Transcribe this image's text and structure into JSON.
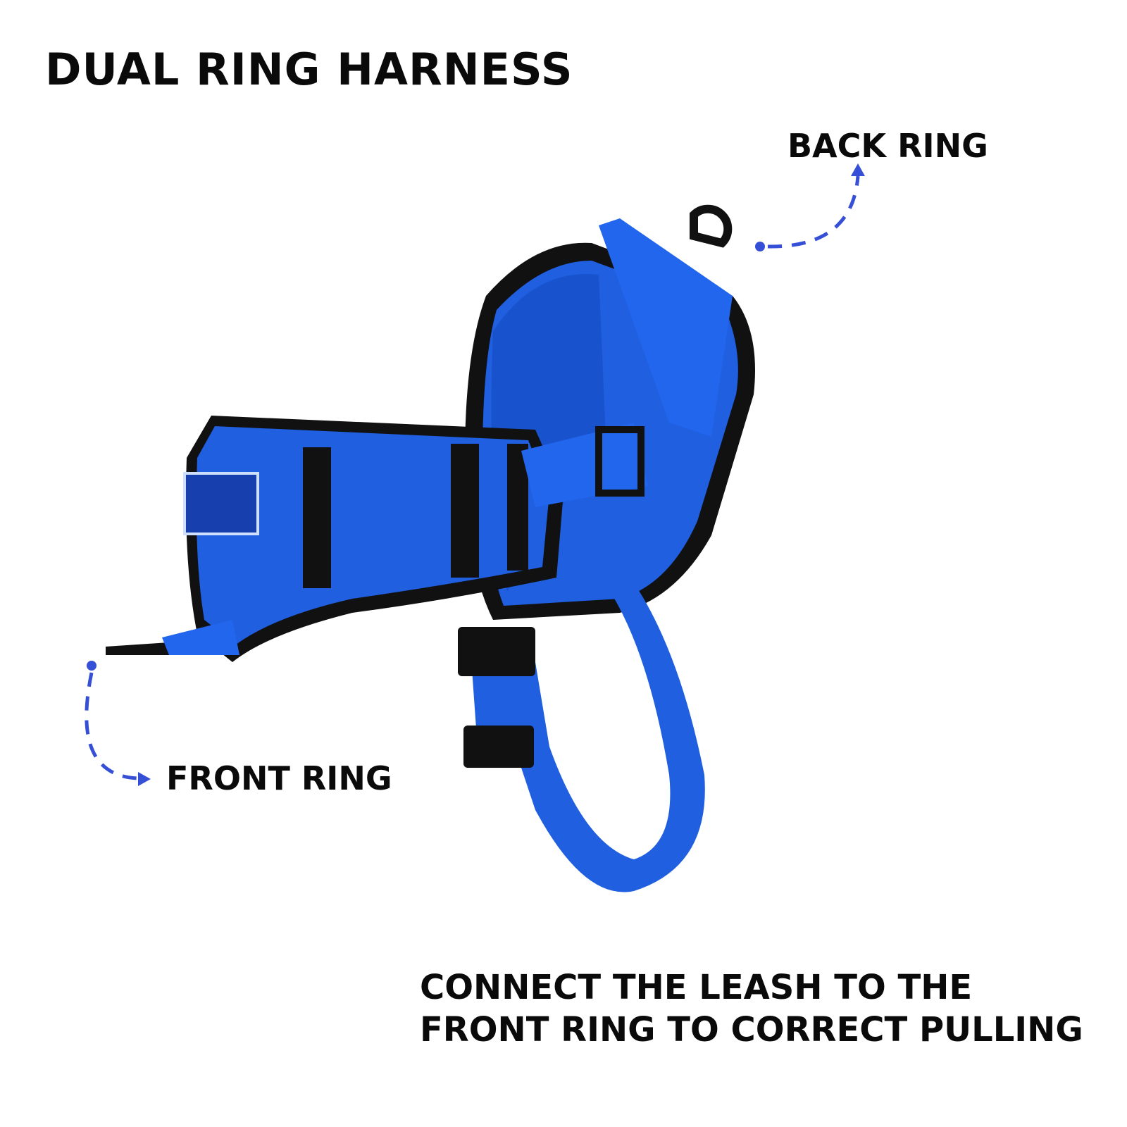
{
  "title": "DUAL RING HARNESS",
  "labels": {
    "back_ring": "BACK RING",
    "front_ring": "FRONT RING"
  },
  "caption": {
    "line1": "CONNECT  THE LEASH TO THE",
    "line2": "FRONT RING TO CORRECT PULLING"
  },
  "colors": {
    "harness_blue": "#1f5fe0",
    "arrow_blue": "#3550d6",
    "trim": "#111111"
  }
}
